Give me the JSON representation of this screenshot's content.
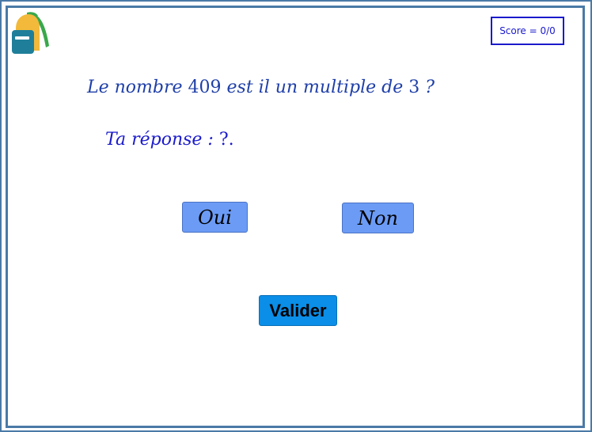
{
  "score": {
    "label": "Score = 0/0"
  },
  "question": {
    "prefix": "Le nombre ",
    "number": "409",
    "suffix": " est il un multiple de ",
    "divisor": "3",
    "end": " ?"
  },
  "answer": {
    "label": "Ta réponse : ",
    "value": "?."
  },
  "choices": {
    "yes_label": "Oui",
    "no_label": "Non"
  },
  "validate": {
    "label": "Valider"
  },
  "icons": {
    "logo": "backpack-icon"
  },
  "colors": {
    "frame": "#4a7aa6",
    "question_text": "#1f3fa8",
    "answer_text": "#1a1acc",
    "choice_bg": "#6b9bf5",
    "validate_bg": "#0a8ee8"
  }
}
